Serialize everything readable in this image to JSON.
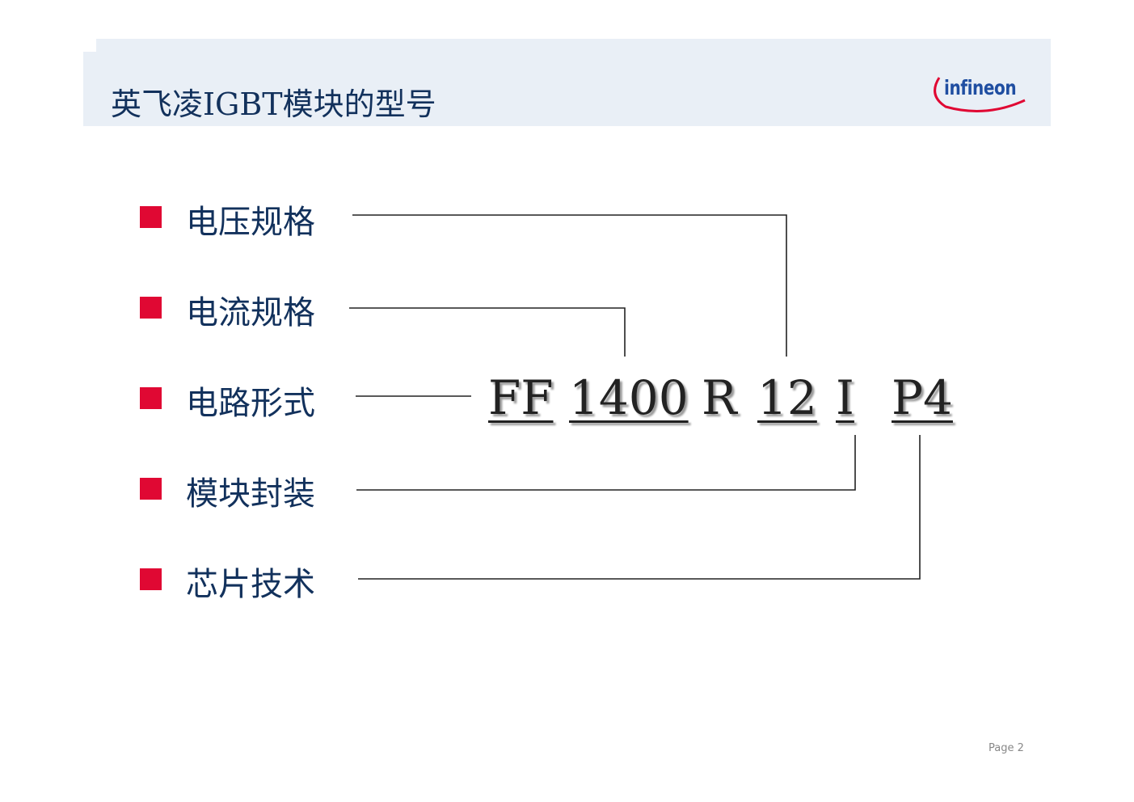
{
  "header": {
    "title": "英飞凌IGBT模块的型号",
    "logo_text": "infineon"
  },
  "bullets": [
    {
      "label": "电压规格"
    },
    {
      "label": "电流规格"
    },
    {
      "label": "电路形式"
    },
    {
      "label": "模块封装"
    },
    {
      "label": "芯片技术"
    }
  ],
  "part_number": {
    "segments": [
      "FF",
      "1400",
      "R",
      "12",
      "I",
      "P4"
    ]
  },
  "footer": {
    "page_label": "Page 2"
  },
  "colors": {
    "title_bar": "#e9eff6",
    "bullet": "#e00833",
    "text": "#12315c",
    "logo": "#1f4ea1"
  }
}
